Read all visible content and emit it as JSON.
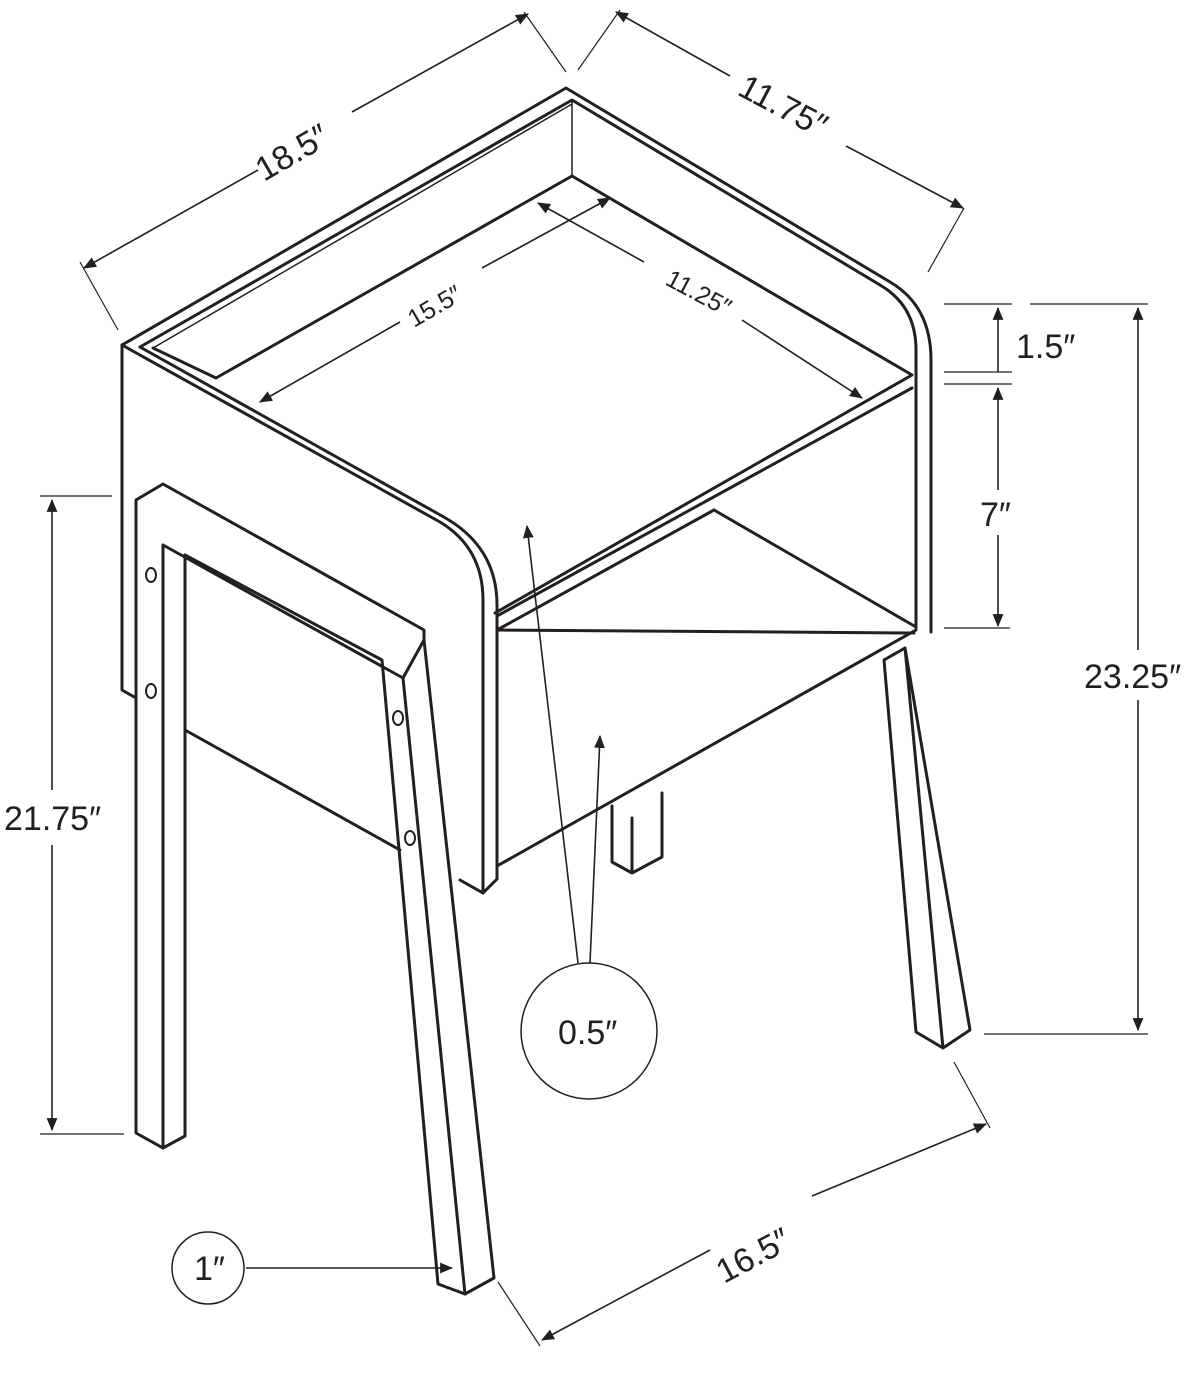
{
  "labels": {
    "width": "18.5″",
    "depth": "11.75″",
    "inner_width": "15.5″",
    "inner_depth": "11.25″",
    "top_rail": "1.5″",
    "shelf_gap": "7″",
    "overall_height": "23.25″",
    "frame_height": "21.75″",
    "panel_thickness": "0.5″",
    "leg_thickness": "1″",
    "leg_span": "16.5″"
  },
  "colors": {
    "line": "#231f20",
    "background": "#ffffff"
  }
}
